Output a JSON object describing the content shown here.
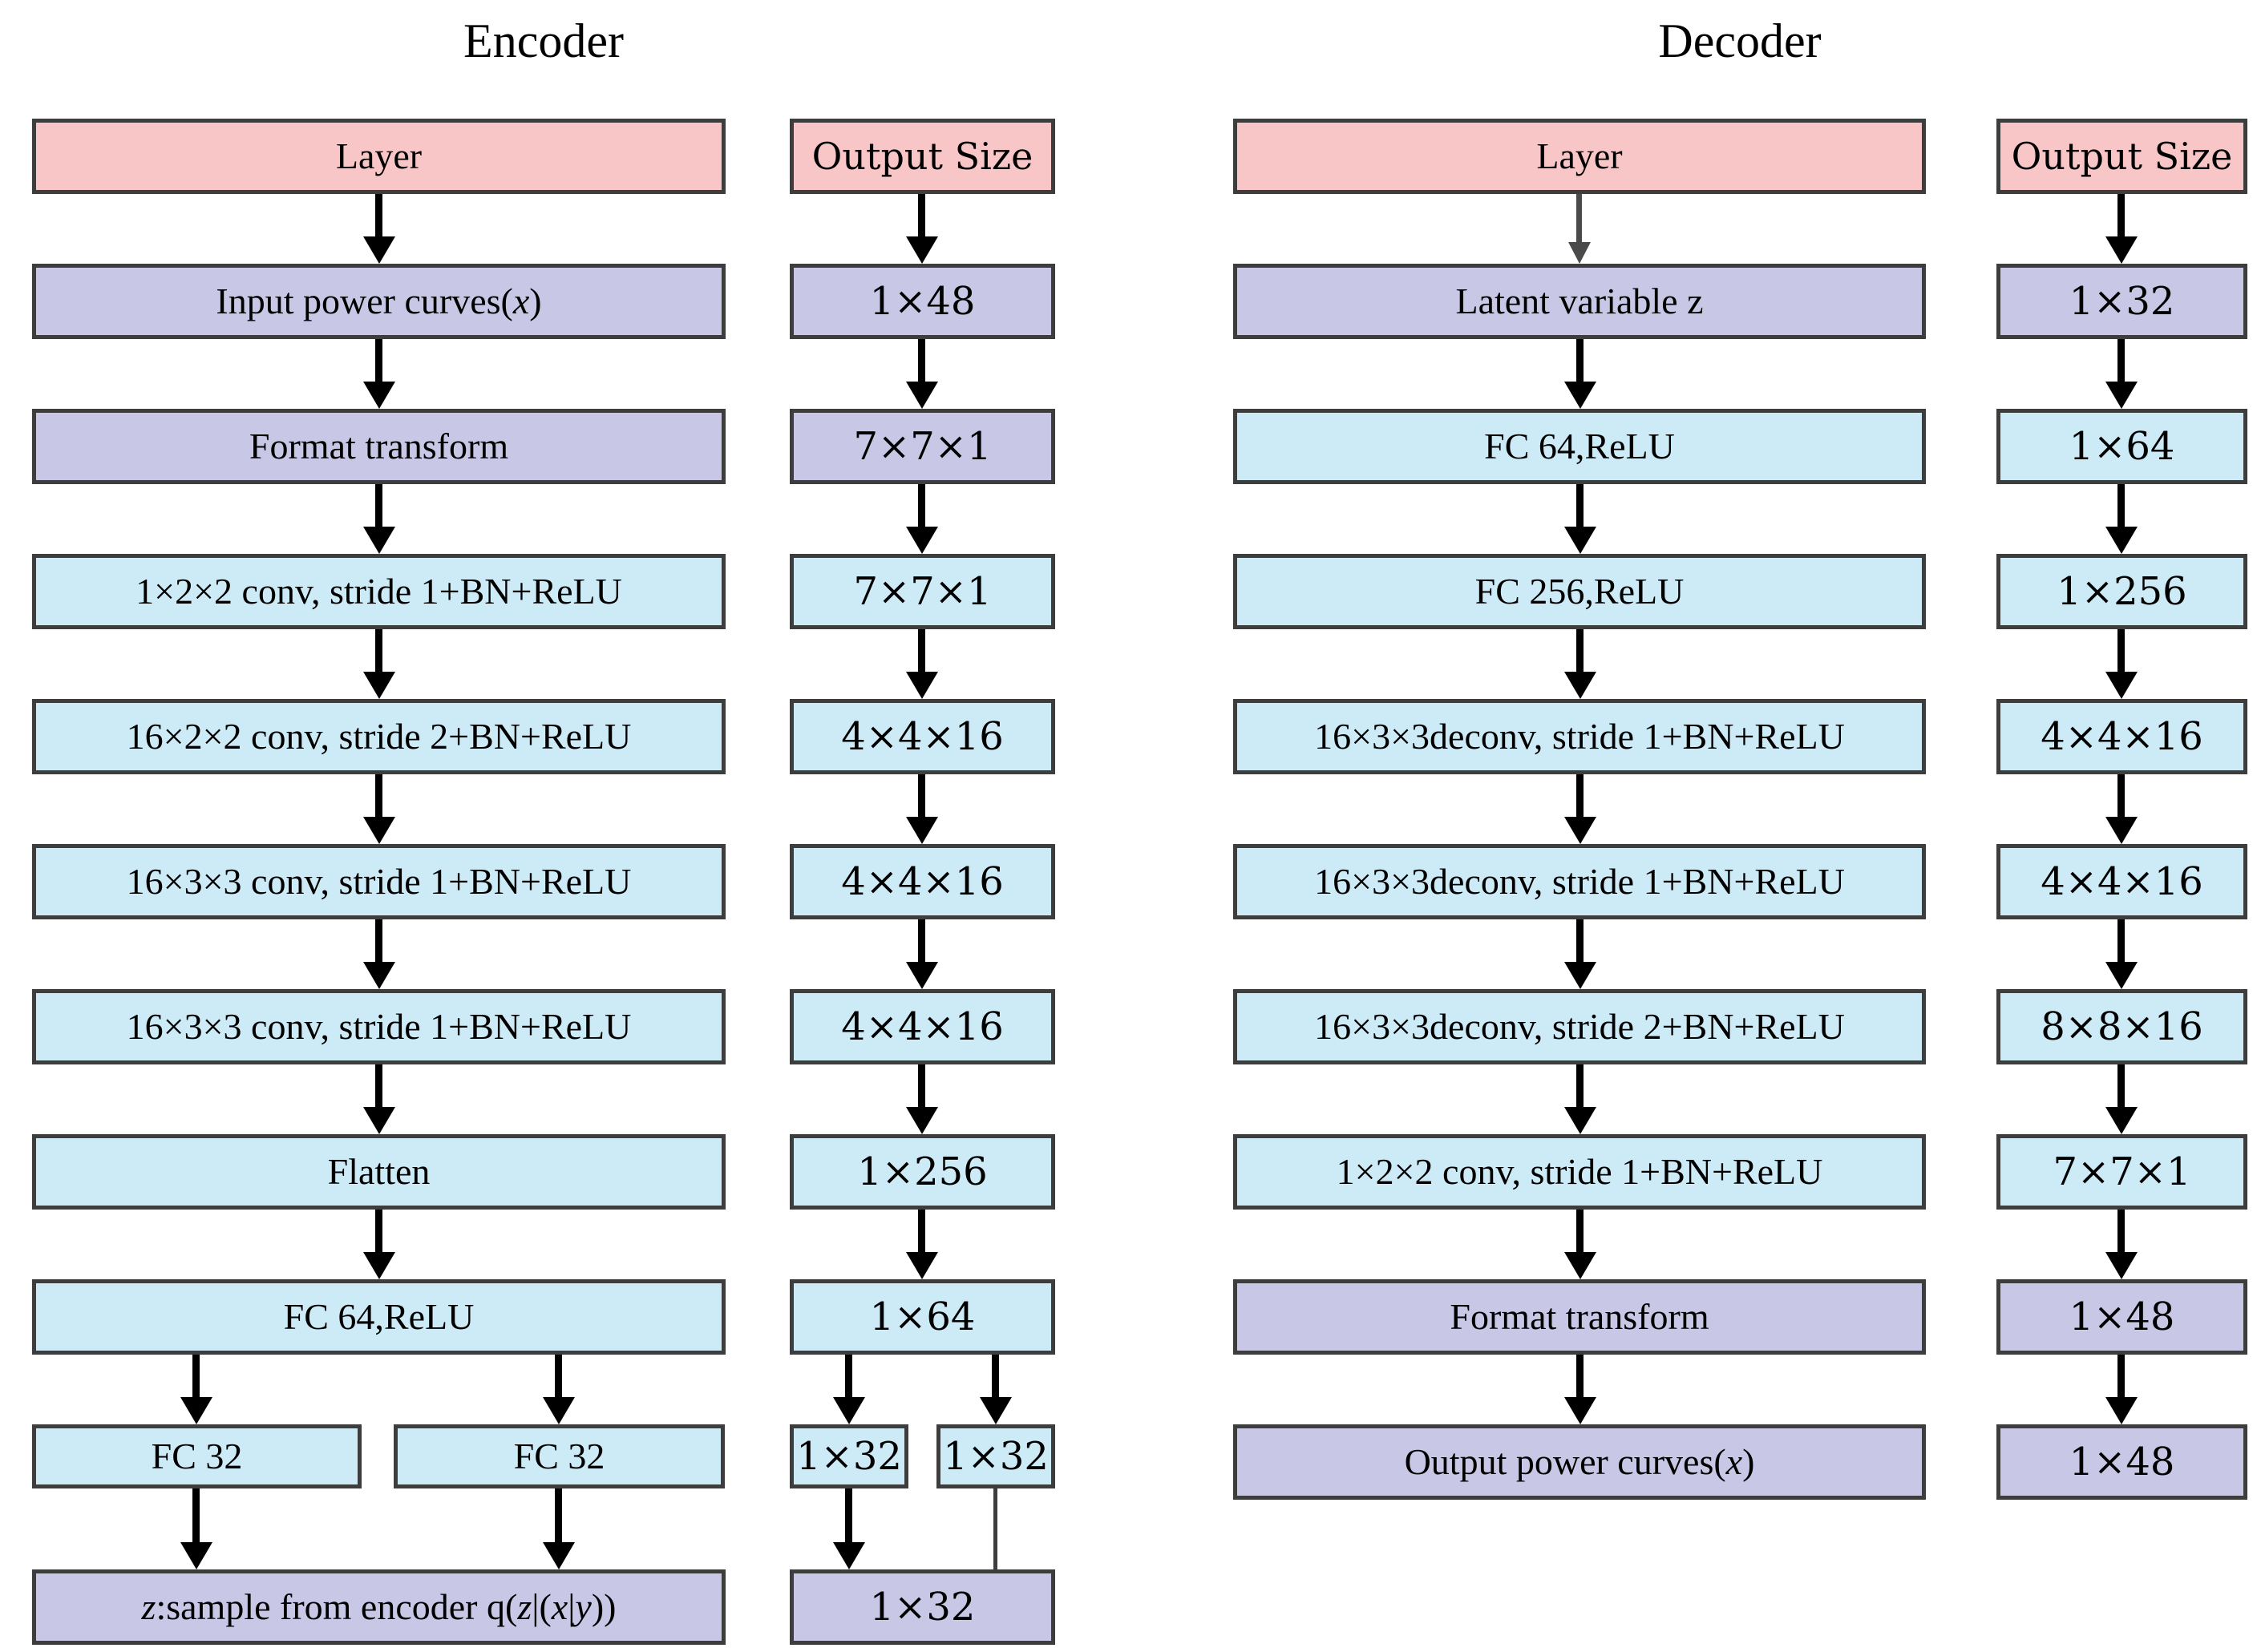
{
  "colors": {
    "header_fill": "#f9c6c8",
    "io_fill": "#c8c7e6",
    "hidden_fill": "#cdebf7",
    "border": "#3d3d3d",
    "arrow": "#000000",
    "arrow_gray": "#4a4a4a"
  },
  "encoder": {
    "title": "Encoder",
    "columns": {
      "layer": {
        "header": "Layer",
        "boxes": [
          {
            "label_parts": [
              "Input power curves(",
              "x",
              ")"
            ]
          },
          {
            "label": "Format transform"
          },
          {
            "label": "1×2×2 conv, stride 1+BN+ReLU"
          },
          {
            "label": "16×2×2 conv, stride 2+BN+ReLU"
          },
          {
            "label": "16×3×3 conv, stride 1+BN+ReLU"
          },
          {
            "label": "16×3×3 conv, stride 1+BN+ReLU"
          },
          {
            "label": "Flatten"
          },
          {
            "label": "FC 64,ReLU"
          },
          {
            "label": "FC 32"
          },
          {
            "label": "FC 32"
          },
          {
            "label_parts": [
              "z",
              ":sample from encoder q(",
              "z",
              "|(",
              "x",
              "|",
              "y",
              "))"
            ]
          }
        ]
      },
      "output": {
        "header": "Output Size",
        "boxes": [
          {
            "label": "1×48"
          },
          {
            "label": "7×7×1"
          },
          {
            "label": "7×7×1"
          },
          {
            "label": "4×4×16"
          },
          {
            "label": "4×4×16"
          },
          {
            "label": "4×4×16"
          },
          {
            "label": "1×256"
          },
          {
            "label": "1×64"
          },
          {
            "label": "1×32"
          },
          {
            "label": "1×32"
          },
          {
            "label": "1×32"
          }
        ]
      }
    }
  },
  "decoder": {
    "title": "Decoder",
    "columns": {
      "layer": {
        "header": "Layer",
        "boxes": [
          {
            "label": "Latent variable z"
          },
          {
            "label": "FC 64,ReLU"
          },
          {
            "label": "FC 256,ReLU"
          },
          {
            "label": "16×3×3deconv, stride 1+BN+ReLU"
          },
          {
            "label": "16×3×3deconv, stride 1+BN+ReLU"
          },
          {
            "label": "16×3×3deconv, stride 2+BN+ReLU"
          },
          {
            "label": "1×2×2 conv, stride 1+BN+ReLU"
          },
          {
            "label": "Format transform"
          },
          {
            "label_parts": [
              "Output power curves(",
              "x",
              ")"
            ]
          }
        ]
      },
      "output": {
        "header": "Output Size",
        "boxes": [
          {
            "label": "1×32"
          },
          {
            "label": "1×64"
          },
          {
            "label": "1×256"
          },
          {
            "label": "4×4×16"
          },
          {
            "label": "4×4×16"
          },
          {
            "label": "8×8×16"
          },
          {
            "label": "7×7×1"
          },
          {
            "label": "1×48"
          },
          {
            "label": "1×48"
          }
        ]
      }
    }
  }
}
